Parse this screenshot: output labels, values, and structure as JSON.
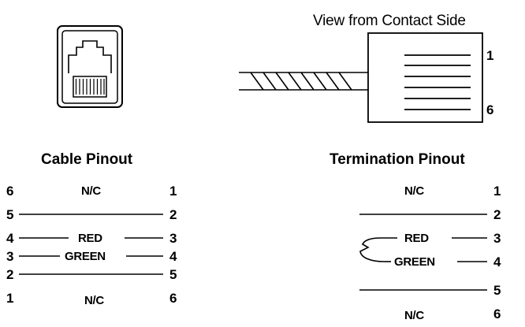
{
  "header": {
    "view_caption": "View from Contact Side"
  },
  "plug_pins": {
    "top": "1",
    "bottom": "6"
  },
  "cable_pinout": {
    "title": "Cable Pinout",
    "rows": [
      {
        "left": "6",
        "label": "N/C",
        "right": "1"
      },
      {
        "left": "5",
        "label": "",
        "right": "2"
      },
      {
        "left": "4",
        "label": "RED",
        "right": "3"
      },
      {
        "left": "3",
        "label": "GREEN",
        "right": "4"
      },
      {
        "left": "2",
        "label": "",
        "right": "5"
      },
      {
        "left": "1",
        "label": "N/C",
        "right": "6"
      }
    ]
  },
  "termination_pinout": {
    "title": "Termination Pinout",
    "rows": [
      {
        "label": "N/C",
        "pin": "1"
      },
      {
        "label": "",
        "pin": "2"
      },
      {
        "label": "RED",
        "pin": "3"
      },
      {
        "label": "GREEN",
        "pin": "4"
      },
      {
        "label": "",
        "pin": "5"
      },
      {
        "label": "N/C",
        "pin": "6"
      }
    ]
  }
}
